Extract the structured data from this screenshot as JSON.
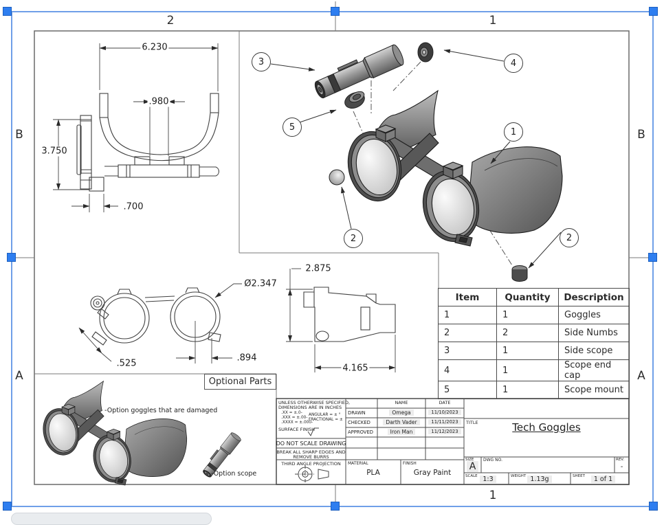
{
  "zones": {
    "top_left": "2",
    "top_right": "1",
    "bottom_right": "1",
    "left_top": "B",
    "left_bottom": "A",
    "right_top": "B",
    "right_bottom": "A"
  },
  "dimensions": {
    "top_view": {
      "width": "6.230",
      "slot": ".980",
      "height": "3.750",
      "stem": ".700"
    },
    "front_view": {
      "diameter": "Ø2.347",
      "chamfer": ".525",
      "offset": ".894"
    },
    "side_view": {
      "height": "2.875",
      "length": "4.165"
    }
  },
  "balloons": {
    "goggles": "1",
    "numb_left": "2",
    "numb_right": "2",
    "scope": "3",
    "end_cap": "4",
    "mount": "5"
  },
  "optional": {
    "label": "Optional Parts",
    "goggles_note": "-Option goggles that are damaged",
    "scope_note": "-Option scope"
  },
  "parts_table": {
    "headers": [
      "Item",
      "Quantity",
      "Description"
    ],
    "rows": [
      [
        "1",
        "1",
        "Goggles"
      ],
      [
        "2",
        "2",
        "Side Numbs"
      ],
      [
        "3",
        "1",
        "Side scope"
      ],
      [
        "4",
        "1",
        "Scope end cap"
      ],
      [
        "5",
        "1",
        "Scope mount"
      ]
    ]
  },
  "title_block": {
    "spec_note_1": "UNLESS OTHERWISE SPECIFIED,",
    "spec_note_2": "DIMENSIONS ARE IN INCHES",
    "tol_xx": ".XX = ±.0-",
    "tol_xxx": ".XXX = ±.00-",
    "tol_xxxx": ".XXXX = ±.000-",
    "tol_angular": "ANGULAR = ± °",
    "tol_fractional": "FRACTIONAL = ±",
    "surface_finish": "SURFACE FINISH",
    "do_not_scale": "DO NOT SCALE DRAWING",
    "break_edges_1": "BREAK ALL SHARP EDGES AND",
    "break_edges_2": "REMOVE BURRS",
    "projection": "THIRD ANGLE PROJECTION",
    "name_header": "NAME",
    "date_header": "DATE",
    "sign_rows": [
      {
        "label": "DRAWN",
        "name": "Omega",
        "date": "11/10/2023"
      },
      {
        "label": "CHECKED",
        "name": "Darth Vader",
        "date": "11/11/2023"
      },
      {
        "label": "APPROVED",
        "name": "Iron Man",
        "date": "11/12/2023"
      }
    ],
    "material_label": "MATERIAL",
    "material_value": "PLA",
    "finish_label": "FINISH",
    "finish_value": "Gray Paint",
    "title_label": "TITLE",
    "title_value": "Tech Goggles",
    "size_label": "SIZE",
    "size_value": "A",
    "dwg_no_label": "DWG NO.",
    "rev_label": "REV.",
    "rev_value": "-",
    "scale_label": "SCALE",
    "scale_value": "1:3",
    "weight_label": "WEIGHT",
    "weight_value": "1.13g",
    "sheet_label": "SHEET",
    "sheet_value": "1 of 1"
  },
  "colors": {
    "selection_blue": "#2e7ef0",
    "line": "#4a4a4a"
  }
}
